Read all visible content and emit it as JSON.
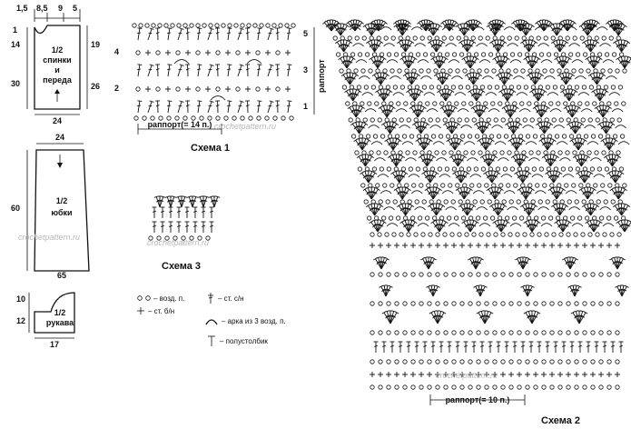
{
  "schematics": {
    "bodice": {
      "label_lines": [
        "1/2",
        "спинки",
        "и",
        "переда"
      ],
      "top_dims": [
        "1,5",
        "8,5",
        "9",
        "5"
      ],
      "left_dims": [
        "1",
        "14",
        "30"
      ],
      "right_dims": [
        "19",
        "26"
      ],
      "bottom_dim": "24"
    },
    "skirt": {
      "label_lines": [
        "1/2",
        "юбки"
      ],
      "top_dim": "24",
      "left_dim": "60",
      "bottom_dim": "65"
    },
    "sleeve": {
      "label_lines": [
        "1/2",
        "рукава"
      ],
      "left_dims": [
        "10",
        "12"
      ],
      "bottom_dim": "17"
    }
  },
  "diagrams": {
    "scheme1": {
      "caption": "Схема 1",
      "repeat_label": "раппорт(= 14 п.)",
      "left_rows": [
        "4",
        "2"
      ],
      "right_rows": [
        "5",
        "3",
        "1"
      ],
      "side_label": "раппорт"
    },
    "scheme2": {
      "caption": "Схема 2",
      "repeat_label": "раппорт(= 10 п.)"
    },
    "scheme3": {
      "caption": "Схема 3"
    }
  },
  "legend": [
    {
      "symbol": "chain",
      "text": "– возд. п."
    },
    {
      "symbol": "sc",
      "text": "– ст. б/н"
    },
    {
      "symbol": "dc",
      "text": "– ст. с/н"
    },
    {
      "symbol": "arch",
      "text": "– арка из 3 возд. п."
    },
    {
      "symbol": "slst",
      "text": "– полустолбик"
    }
  ],
  "watermark": "crochetpattern.ru"
}
